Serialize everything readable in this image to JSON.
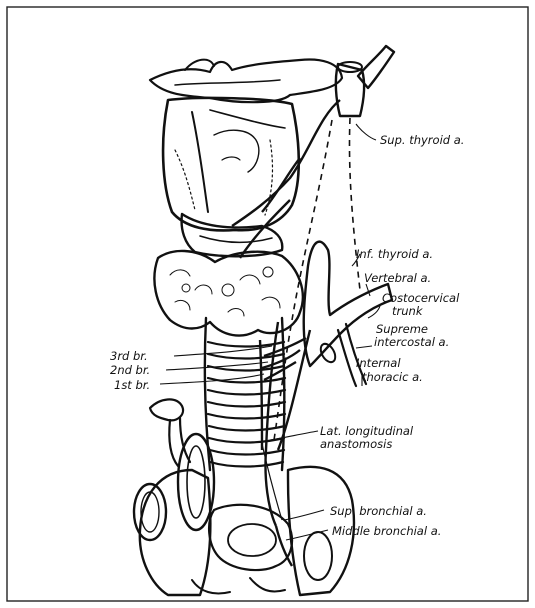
{
  "labels": {
    "sup_thyroid": "Sup. thyroid a.",
    "inf_thyroid": "Inf. thyroid a.",
    "vertebral": "Vertebral a.",
    "costocervical_1": "Costocervical",
    "costocervical_2": "trunk",
    "supreme_1": "Supreme",
    "supreme_2": "intercostal a.",
    "internal_1": "Internal",
    "internal_2": "thoracic a.",
    "br3": "3rd br.",
    "br2": "2nd br.",
    "br1": "1st br.",
    "lat_1": "Lat. longitudinal",
    "lat_2": "anastomosis",
    "sup_bronchial": "Sup. bronchial a.",
    "middle_bronchial": "Middle bronchial a."
  }
}
